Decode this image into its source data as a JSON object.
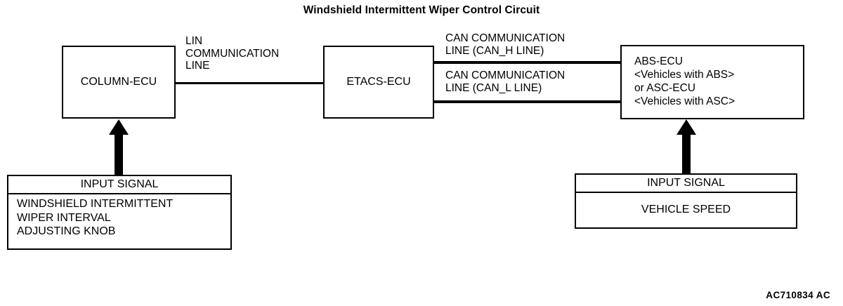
{
  "title": "Windshield Intermittent Wiper Control Circuit",
  "figure_id": "AC710834 AC",
  "colors": {
    "stroke": "#000000",
    "background": "#ffffff",
    "text": "#000000"
  },
  "nodes": {
    "column_ecu": {
      "label": "COLUMN-ECU"
    },
    "etacs_ecu": {
      "label": "ETACS-ECU"
    },
    "abs_ecu": {
      "label": "ABS-ECU\n<Vehicles with ABS>\nor ASC-ECU\n<Vehicles with ASC>"
    }
  },
  "wires": {
    "lin": {
      "label": "LIN\nCOMMUNICATION\nLINE"
    },
    "can_h": {
      "label": "CAN COMMUNICATION\nLINE (CAN_H LINE)"
    },
    "can_l": {
      "label": "CAN COMMUNICATION\nLINE (CAN_L LINE)"
    }
  },
  "signals": {
    "left": {
      "header": "INPUT SIGNAL",
      "body": "WINDSHIELD INTERMITTENT\nWIPER INTERVAL\nADJUSTING KNOB"
    },
    "right": {
      "header": "INPUT SIGNAL",
      "body": "VEHICLE SPEED"
    }
  },
  "arrows": {
    "left": {
      "direction": "up",
      "name": "input-signal-arrow-left"
    },
    "right": {
      "direction": "up",
      "name": "input-signal-arrow-right"
    }
  }
}
